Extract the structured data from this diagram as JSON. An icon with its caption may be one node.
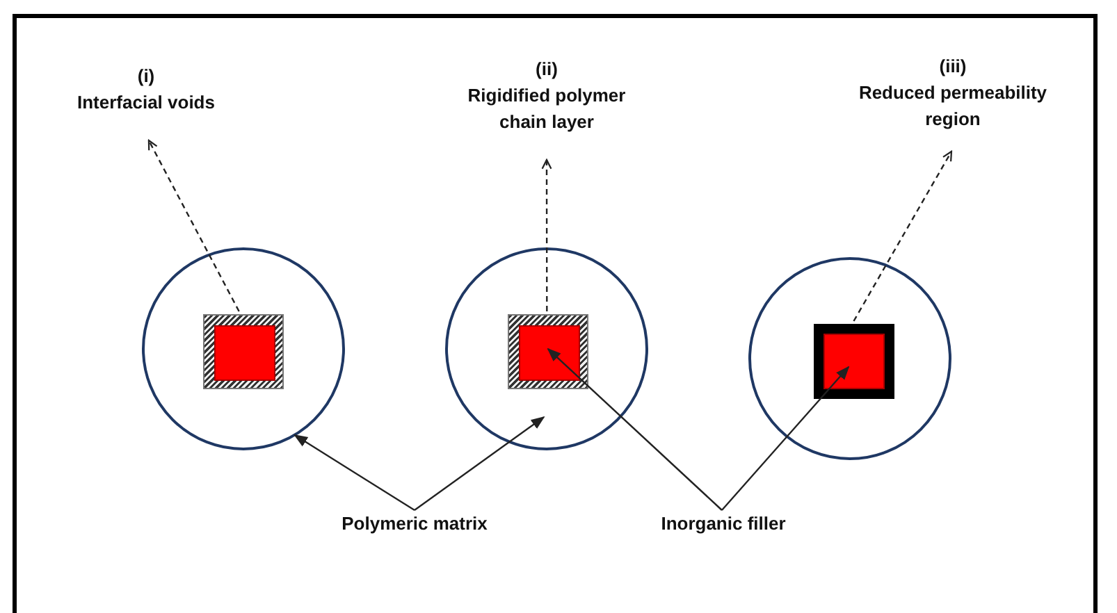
{
  "diagram": {
    "nodes": [
      {
        "text": [
          "(i)",
          "Interfacial voids"
        ]
      },
      {
        "text": [
          "(ii)",
          "Rigidified polymer chain layer"
        ]
      },
      {
        "text": [
          "(iii)",
          "Reduced permeability region"
        ]
      },
      {
        "text": [],
        "shape": "circle"
      },
      {
        "text": [],
        "shape": "box",
        "in": 3
      },
      {
        "text": [],
        "shape": "box",
        "in": 4
      },
      {
        "text": [],
        "shape": "circle"
      },
      {
        "text": [],
        "shape": "box",
        "in": 6
      },
      {
        "text": [],
        "shape": "box",
        "in": 7
      },
      {
        "text": [],
        "shape": "circle"
      },
      {
        "text": [],
        "shape": "box",
        "in": 9
      },
      {
        "text": [],
        "shape": "box",
        "in": 10
      },
      {
        "text": [
          "Polymeric matrix"
        ]
      },
      {
        "text": [
          "Inorganic filler"
        ]
      }
    ],
    "edges": [
      {
        "from": 4,
        "to": 0,
        "arrow": "to",
        "style": "dashed"
      },
      {
        "from": 7,
        "to": 1,
        "arrow": "to",
        "style": "dashed"
      },
      {
        "from": 10,
        "to": 2,
        "arrow": "to",
        "style": "dashed"
      },
      {
        "from": 12,
        "to": 3,
        "arrow": "to"
      },
      {
        "from": 12,
        "to": 6,
        "arrow": "to"
      },
      {
        "from": 13,
        "to": 8,
        "arrow": "to"
      },
      {
        "from": 13,
        "to": 11,
        "arrow": "to"
      }
    ]
  }
}
